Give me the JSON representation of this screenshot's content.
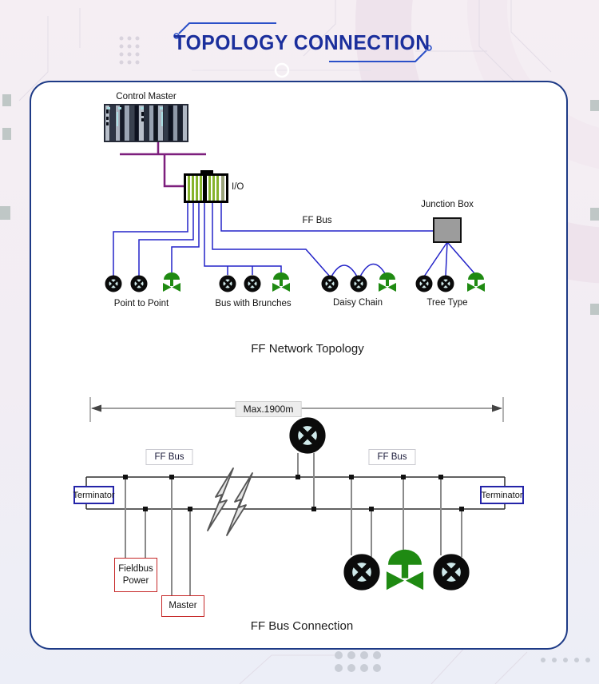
{
  "header": {
    "title": "TOPOLOGY CONNECTION"
  },
  "topology_diagram": {
    "control_master_label": "Control Master",
    "io_label": "I/O",
    "ff_bus_label": "FF Bus",
    "junction_box_label": "Junction Box",
    "groups": [
      {
        "label": "Point to Point"
      },
      {
        "label": "Bus with Brunches"
      },
      {
        "label": "Daisy Chain"
      },
      {
        "label": "Tree Type"
      }
    ],
    "caption": "FF Network Topology"
  },
  "bus_diagram": {
    "max_length_label": "Max.1900m",
    "ff_bus_left_label": "FF Bus",
    "ff_bus_right_label": "FF Bus",
    "terminator_left_label": "Terminator",
    "terminator_right_label": "Terminator",
    "fieldbus_power_label": "Fieldbus Power",
    "master_label": "Master",
    "caption": "FF Bus Connection"
  },
  "colors": {
    "accent_blue": "#1b2f9c",
    "card_border": "#1d3a86",
    "wire_blue": "#2424c8",
    "wire_purple": "#7d1f7d",
    "device_green": "#1f8a12",
    "device_fill": "#cfe9ea",
    "warning_red": "#c62828"
  }
}
